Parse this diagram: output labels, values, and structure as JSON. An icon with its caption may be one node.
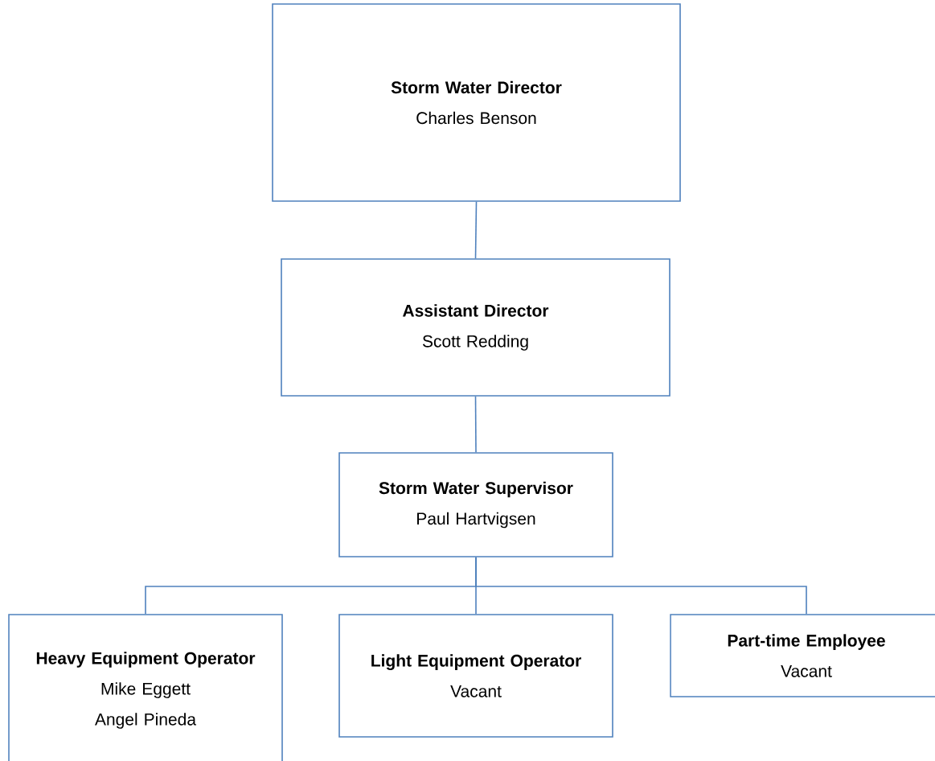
{
  "diagram": {
    "nodes": [
      {
        "text": [
          "Storm Water Director",
          "Charles Benson"
        ]
      },
      {
        "text": [
          "Assistant Director",
          "Scott Redding"
        ]
      },
      {
        "text": [
          "Storm Water Supervisor",
          "Paul Hartvigsen"
        ]
      },
      {
        "text": [
          "Heavy Equipment Operator",
          "Mike Eggett",
          "Angel Pineda"
        ]
      },
      {
        "text": [
          "Light Equipment Operator",
          "Vacant"
        ]
      },
      {
        "text": [
          "Part-time Employee",
          "Vacant"
        ]
      }
    ],
    "edges": [
      {
        "from": 0,
        "to": 1,
        "arrow": "none"
      },
      {
        "from": 1,
        "to": 2,
        "arrow": "none"
      },
      {
        "from": 2,
        "to": 3,
        "arrow": "none"
      },
      {
        "from": 2,
        "to": 4,
        "arrow": "none"
      },
      {
        "from": 2,
        "to": 5,
        "arrow": "none"
      }
    ]
  }
}
